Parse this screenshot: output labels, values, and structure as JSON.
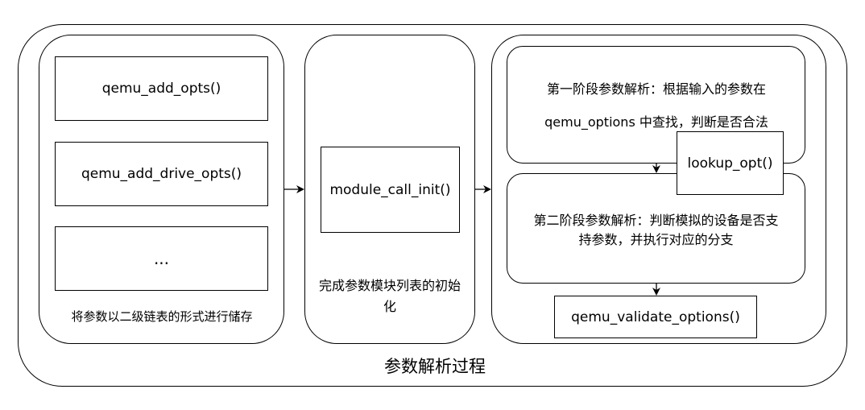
{
  "outer": {
    "title": "参数解析过程"
  },
  "left_group": {
    "items": [
      "qemu_add_opts()",
      "qemu_add_drive_opts()",
      "..."
    ],
    "caption": "将参数以二级链表的形式进行储存"
  },
  "middle_group": {
    "function": "module_call_init()",
    "caption": "完成参数模块列表的初始化"
  },
  "right_group": {
    "stage1": {
      "line1": "第一阶段参数解析：根据输入的参数在",
      "line2": "qemu_options 中查找，判断是否合法"
    },
    "lookup": "lookup_opt()",
    "stage2": {
      "line1": "第二阶段参数解析：判断模拟的设备是否支",
      "line2": "持参数，并执行对应的分支"
    },
    "validate": "qemu_validate_options()"
  }
}
